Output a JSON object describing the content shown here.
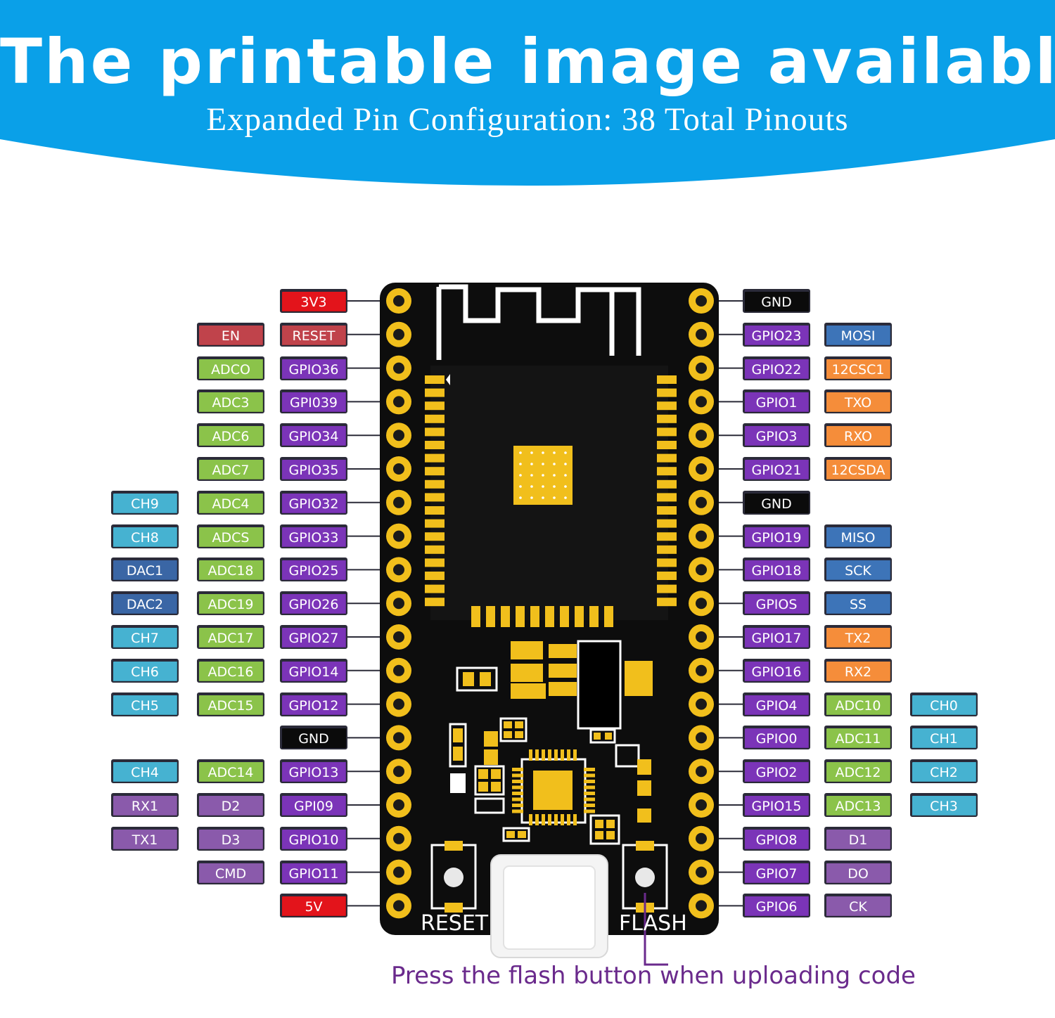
{
  "header": {
    "title": "The printable image available",
    "subtitle": "Expanded Pin Configuration: 38 Total Pinouts"
  },
  "colors": {
    "banner": "#0aa0e8",
    "power": "#e3141b",
    "ground": "#0b0b0b",
    "reset_en": "#c0434b",
    "gpio": "#7b34b8",
    "adc": "#8bc34a",
    "channel": "#46b2d1",
    "dac": "#3a66a5",
    "comm": "#f58d3a",
    "spi": "#3d74b8",
    "flash_pins": "#8a5aab",
    "board": "#0d0d0d",
    "gold": "#f1bf1c",
    "note": "#6a2a8c"
  },
  "board": {
    "reset_button": "RESET",
    "flash_button": "FLASH"
  },
  "left_pins": [
    {
      "labels": [
        {
          "text": "3V3",
          "kind": "power"
        }
      ]
    },
    {
      "labels": [
        {
          "text": "RESET",
          "kind": "reset_en"
        },
        {
          "text": "EN",
          "kind": "reset_en"
        }
      ]
    },
    {
      "labels": [
        {
          "text": "GPIO36",
          "kind": "gpio"
        },
        {
          "text": "ADCO",
          "kind": "adc"
        }
      ]
    },
    {
      "labels": [
        {
          "text": "GPI039",
          "kind": "gpio"
        },
        {
          "text": "ADC3",
          "kind": "adc"
        }
      ]
    },
    {
      "labels": [
        {
          "text": "GPIO34",
          "kind": "gpio"
        },
        {
          "text": "ADC6",
          "kind": "adc"
        }
      ]
    },
    {
      "labels": [
        {
          "text": "GPIO35",
          "kind": "gpio"
        },
        {
          "text": "ADC7",
          "kind": "adc"
        }
      ]
    },
    {
      "labels": [
        {
          "text": "GPIO32",
          "kind": "gpio"
        },
        {
          "text": "ADC4",
          "kind": "adc"
        },
        {
          "text": "CH9",
          "kind": "channel"
        }
      ]
    },
    {
      "labels": [
        {
          "text": "GPIO33",
          "kind": "gpio"
        },
        {
          "text": "ADCS",
          "kind": "adc"
        },
        {
          "text": "CH8",
          "kind": "channel"
        }
      ]
    },
    {
      "labels": [
        {
          "text": "GPIO25",
          "kind": "gpio"
        },
        {
          "text": "ADC18",
          "kind": "adc"
        },
        {
          "text": "DAC1",
          "kind": "dac"
        }
      ]
    },
    {
      "labels": [
        {
          "text": "GPIO26",
          "kind": "gpio"
        },
        {
          "text": "ADC19",
          "kind": "adc"
        },
        {
          "text": "DAC2",
          "kind": "dac"
        }
      ]
    },
    {
      "labels": [
        {
          "text": "GPIO27",
          "kind": "gpio"
        },
        {
          "text": "ADC17",
          "kind": "adc"
        },
        {
          "text": "CH7",
          "kind": "channel"
        }
      ]
    },
    {
      "labels": [
        {
          "text": "GPIO14",
          "kind": "gpio"
        },
        {
          "text": "ADC16",
          "kind": "adc"
        },
        {
          "text": "CH6",
          "kind": "channel"
        }
      ]
    },
    {
      "labels": [
        {
          "text": "GPIO12",
          "kind": "gpio"
        },
        {
          "text": "ADC15",
          "kind": "adc"
        },
        {
          "text": "CH5",
          "kind": "channel"
        }
      ]
    },
    {
      "labels": [
        {
          "text": "GND",
          "kind": "ground"
        }
      ]
    },
    {
      "labels": [
        {
          "text": "GPIO13",
          "kind": "gpio"
        },
        {
          "text": "ADC14",
          "kind": "adc"
        },
        {
          "text": "CH4",
          "kind": "channel"
        }
      ]
    },
    {
      "labels": [
        {
          "text": "GPI09",
          "kind": "gpio"
        },
        {
          "text": "D2",
          "kind": "flash_pins"
        },
        {
          "text": "RX1",
          "kind": "flash_pins"
        }
      ]
    },
    {
      "labels": [
        {
          "text": "GPIO10",
          "kind": "gpio"
        },
        {
          "text": "D3",
          "kind": "flash_pins"
        },
        {
          "text": "TX1",
          "kind": "flash_pins"
        }
      ]
    },
    {
      "labels": [
        {
          "text": "GPIO11",
          "kind": "gpio"
        },
        {
          "text": "CMD",
          "kind": "flash_pins"
        }
      ]
    },
    {
      "labels": [
        {
          "text": "5V",
          "kind": "power"
        }
      ]
    }
  ],
  "right_pins": [
    {
      "labels": [
        {
          "text": "GND",
          "kind": "ground"
        }
      ]
    },
    {
      "labels": [
        {
          "text": "GPIO23",
          "kind": "gpio"
        },
        {
          "text": "MOSI",
          "kind": "spi"
        }
      ]
    },
    {
      "labels": [
        {
          "text": "GPIO22",
          "kind": "gpio"
        },
        {
          "text": "12CSC1",
          "kind": "comm"
        }
      ]
    },
    {
      "labels": [
        {
          "text": "GPIO1",
          "kind": "gpio"
        },
        {
          "text": "TXO",
          "kind": "comm"
        }
      ]
    },
    {
      "labels": [
        {
          "text": "GPIO3",
          "kind": "gpio"
        },
        {
          "text": "RXO",
          "kind": "comm"
        }
      ]
    },
    {
      "labels": [
        {
          "text": "GPIO21",
          "kind": "gpio"
        },
        {
          "text": "12CSDA",
          "kind": "comm"
        }
      ]
    },
    {
      "labels": [
        {
          "text": "GND",
          "kind": "ground"
        }
      ]
    },
    {
      "labels": [
        {
          "text": "GPIO19",
          "kind": "gpio"
        },
        {
          "text": "MISO",
          "kind": "spi"
        }
      ]
    },
    {
      "labels": [
        {
          "text": "GPIO18",
          "kind": "gpio"
        },
        {
          "text": "SCK",
          "kind": "spi"
        }
      ]
    },
    {
      "labels": [
        {
          "text": "GPIOS",
          "kind": "gpio"
        },
        {
          "text": "SS",
          "kind": "spi"
        }
      ]
    },
    {
      "labels": [
        {
          "text": "GPIO17",
          "kind": "gpio"
        },
        {
          "text": "TX2",
          "kind": "comm"
        }
      ]
    },
    {
      "labels": [
        {
          "text": "GPIO16",
          "kind": "gpio"
        },
        {
          "text": "RX2",
          "kind": "comm"
        }
      ]
    },
    {
      "labels": [
        {
          "text": "GPIO4",
          "kind": "gpio"
        },
        {
          "text": "ADC10",
          "kind": "adc"
        },
        {
          "text": "CH0",
          "kind": "channel"
        }
      ]
    },
    {
      "labels": [
        {
          "text": "GPIO0",
          "kind": "gpio"
        },
        {
          "text": "ADC11",
          "kind": "adc"
        },
        {
          "text": "CH1",
          "kind": "channel"
        }
      ]
    },
    {
      "labels": [
        {
          "text": "GPIO2",
          "kind": "gpio"
        },
        {
          "text": "ADC12",
          "kind": "adc"
        },
        {
          "text": "CH2",
          "kind": "channel"
        }
      ]
    },
    {
      "labels": [
        {
          "text": "GPIO15",
          "kind": "gpio"
        },
        {
          "text": "ADC13",
          "kind": "adc"
        },
        {
          "text": "CH3",
          "kind": "channel"
        }
      ]
    },
    {
      "labels": [
        {
          "text": "GPIO8",
          "kind": "gpio"
        },
        {
          "text": "D1",
          "kind": "flash_pins"
        }
      ]
    },
    {
      "labels": [
        {
          "text": "GPIO7",
          "kind": "gpio"
        },
        {
          "text": "DO",
          "kind": "flash_pins"
        }
      ]
    },
    {
      "labels": [
        {
          "text": "GPIO6",
          "kind": "gpio"
        },
        {
          "text": "CK",
          "kind": "flash_pins"
        }
      ]
    }
  ],
  "note": "Press the flash button when uploading code"
}
